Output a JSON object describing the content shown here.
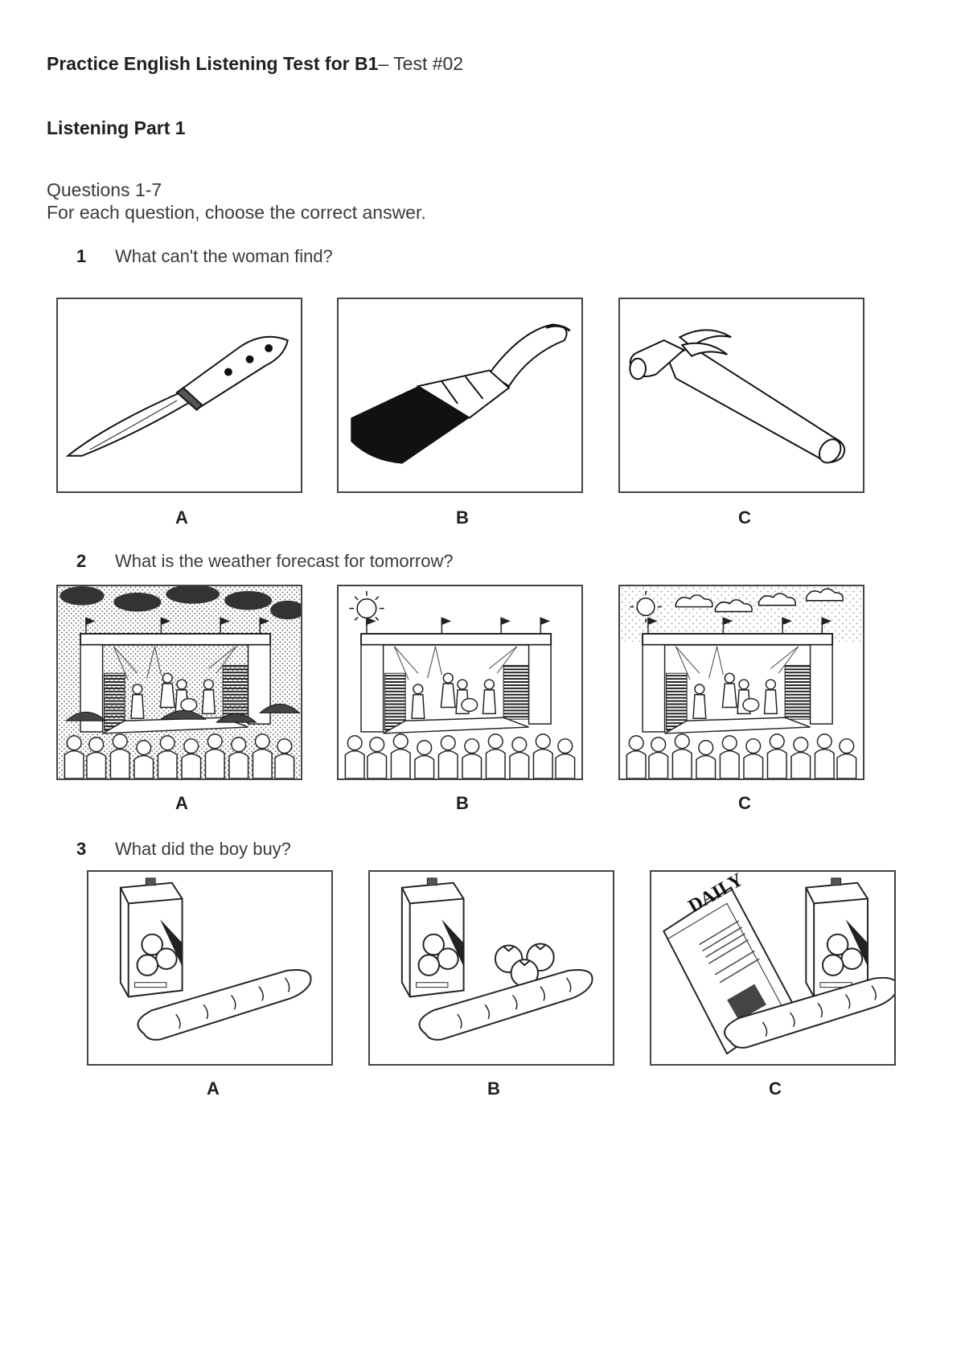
{
  "header": {
    "title_bold": "Practice English Listening Test for B1",
    "title_rest": "– Test #02",
    "part": "Listening Part 1",
    "question_range": "Questions 1-7",
    "instruction": "For each question, choose the correct answer."
  },
  "questions": [
    {
      "number": "1",
      "text": "What can't the woman find?",
      "options": [
        "A",
        "B",
        "C"
      ],
      "option_images": [
        "knife",
        "paintbrush",
        "hammer"
      ]
    },
    {
      "number": "2",
      "text": "What is the weather forecast for tomorrow?",
      "options": [
        "A",
        "B",
        "C"
      ],
      "option_images": [
        "concert in the rain",
        "concert in the sun",
        "concert with sun and clouds"
      ]
    },
    {
      "number": "3",
      "text": "What did the boy buy?",
      "options": [
        "A",
        "B",
        "C"
      ],
      "option_images": [
        "juice and bread",
        "juice, bread and tomatoes",
        "newspaper, juice and bread"
      ],
      "newspaper_masthead": "DAILY"
    }
  ]
}
